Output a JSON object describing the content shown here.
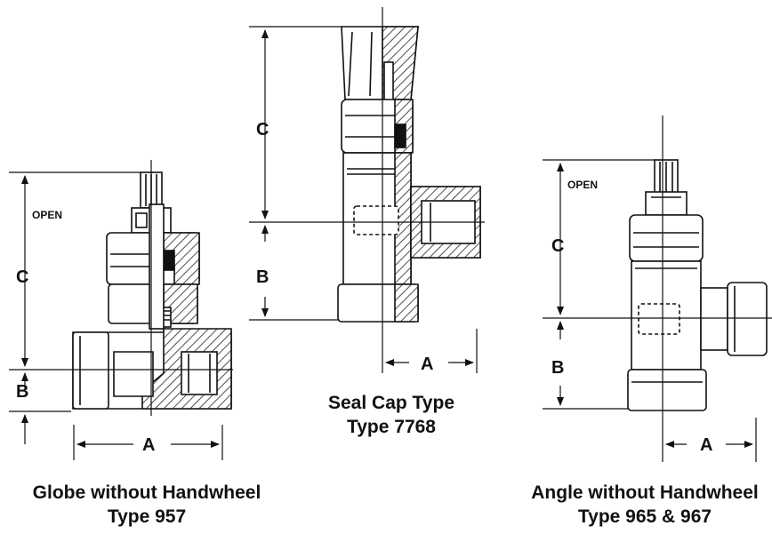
{
  "figures": [
    {
      "caption_line1": "Globe without Handwheel",
      "caption_line2": "Type 957",
      "dim_a": "A",
      "dim_b": "B",
      "dim_c": "C",
      "open_label": "OPEN"
    },
    {
      "caption_line1": "Seal Cap Type",
      "caption_line2": "Type 7768",
      "dim_a": "A",
      "dim_b": "B",
      "dim_c": "C"
    },
    {
      "caption_line1": "Angle without Handwheel",
      "caption_line2": "Type 965 & 967",
      "dim_a": "A",
      "dim_b": "B",
      "dim_c": "C",
      "open_label": "OPEN"
    }
  ]
}
